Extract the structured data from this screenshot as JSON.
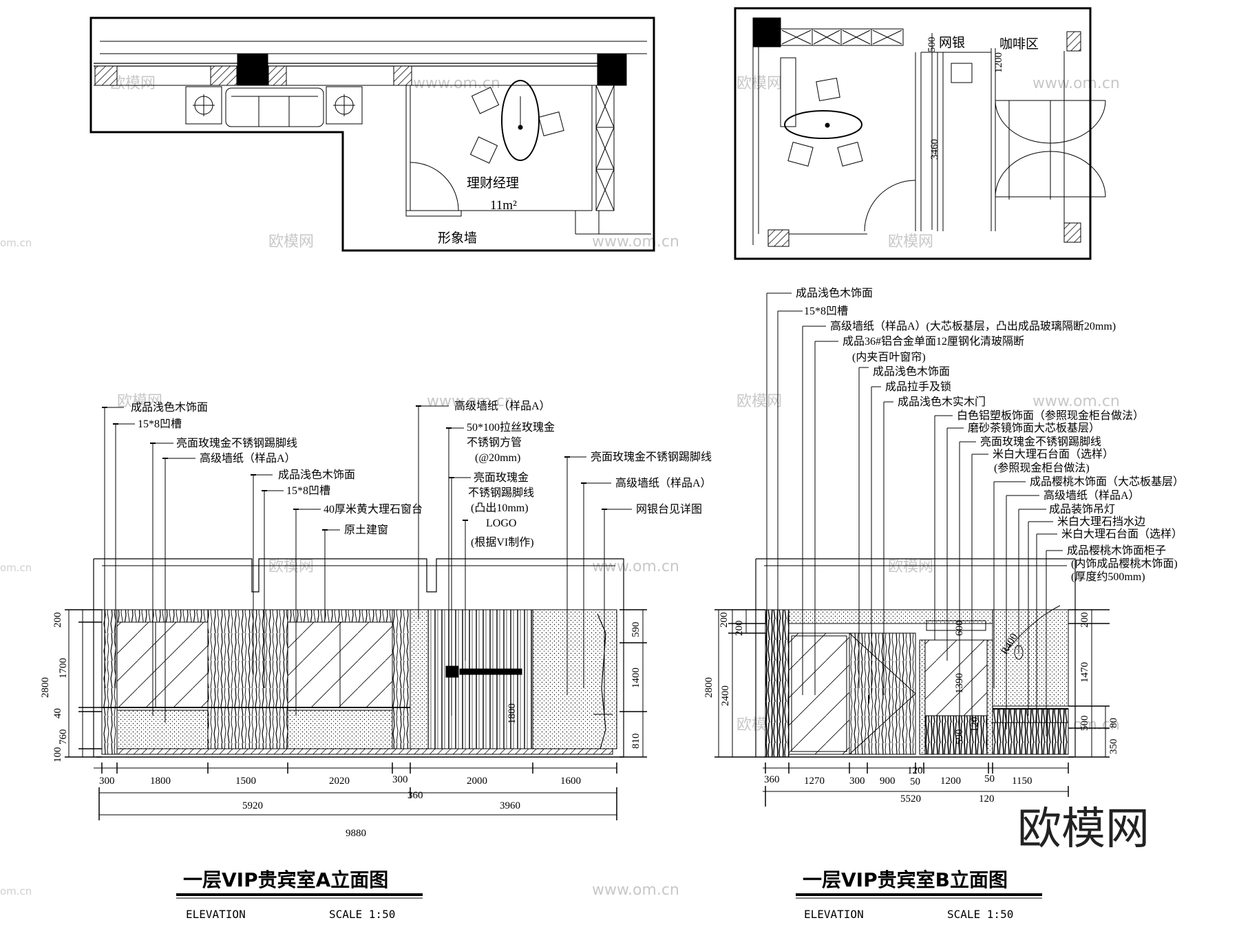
{
  "plan_left": {
    "room_name": "理财经理",
    "area": "11m²",
    "wall_label": "形象墙"
  },
  "plan_right": {
    "room_label_1": "网银",
    "room_label_2": "咖啡区",
    "dims": [
      "500",
      "1200",
      "3460"
    ]
  },
  "elevation_a": {
    "title": "一层VIP贵宾室A立面图",
    "subtitle_left": "ELEVATION",
    "subtitle_right": "SCALE 1:50",
    "callouts_left": [
      "成品浅色木饰面",
      "15*8凹槽",
      "亮面玫瑰金不锈钢踢脚线",
      "高级墙纸（样品A）",
      "成品浅色木饰面",
      "15*8凹槽",
      "40厚米黄大理石窗台",
      "原土建窗"
    ],
    "callouts_mid": [
      "高级墙纸（样品A）",
      "50*100拉丝玫瑰金",
      "不锈钢方管",
      "(@20mm)",
      "亮面玫瑰金",
      "不锈钢踢脚线",
      "(凸出10mm)",
      "LOGO",
      "(根据VI制作)"
    ],
    "callouts_right": [
      "亮面玫瑰金不锈钢踢脚线",
      "高级墙纸（样品A）",
      "网银台见详图"
    ],
    "dims_bottom": [
      "300",
      "1800",
      "1500",
      "2020",
      "300",
      "2000",
      "1600"
    ],
    "dims_sub": [
      "360"
    ],
    "dims_total_1": [
      "5920",
      "3960"
    ],
    "dims_total_2": "9880",
    "dims_left": [
      "200",
      "1700",
      "40",
      "760",
      "100"
    ],
    "dims_left_total": "2800",
    "dims_right": [
      "590",
      "1400",
      "810"
    ],
    "dims_logo": "1800"
  },
  "elevation_b": {
    "title": "一层VIP贵宾室B立面图",
    "subtitle_left": "ELEVATION",
    "subtitle_right": "SCALE 1:50",
    "callouts": [
      "成品浅色木饰面",
      "15*8凹槽",
      "高级墙纸（样品A）(大芯板基层，凸出成品玻璃隔断20mm)",
      "成品36#铝合金单面12厘钢化清玻隔断",
      "(内夹百叶窗帘)",
      "成品浅色木饰面",
      "成品拉手及锁",
      "成品浅色木实木门",
      "白色铝塑板饰面（参照现金柜台做法）",
      "磨砂茶镜饰面大芯板基层）",
      "亮面玫瑰金不锈钢踢脚线",
      "米白大理石台面（选样）",
      "(参照现金柜台做法)",
      "成品樱桃木饰面（大芯板基层）",
      "高级墙纸（样品A）",
      "成品装饰吊灯",
      "米白大理石挡水边",
      "米白大理石台面（选样）",
      "成品樱桃木饰面柜子",
      "(内饰成品樱桃木饰面)",
      "(厚度约500mm)"
    ],
    "dims_bottom": [
      "360",
      "1270",
      "300",
      "900",
      "120",
      "50",
      "1200",
      "50",
      "1150"
    ],
    "dims_total": "5520",
    "dims_extra": "120",
    "dims_left_outer": "2800",
    "dims_left_inner": "2400",
    "dims_left_top": [
      "200",
      "200"
    ],
    "dims_right": [
      "200",
      "1470",
      "500",
      "80",
      "350"
    ],
    "dims_inner": [
      "600",
      "1390",
      "590",
      "120"
    ],
    "radius_label": "R400"
  },
  "watermarks": {
    "cn": "欧模网",
    "url": "www.om.cn",
    "url_short": "om.cn"
  },
  "brand": "欧模网"
}
